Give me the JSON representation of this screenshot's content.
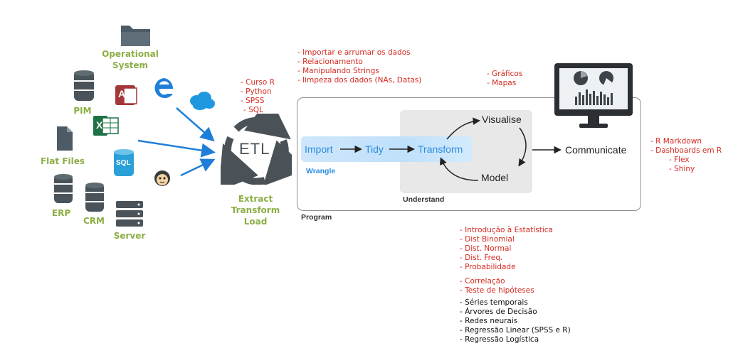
{
  "sources": {
    "operational_system": "Operational\nSystem",
    "pim": "PIM",
    "flat_files": "Flat Files",
    "erp": "ERP",
    "crm": "CRM",
    "server": "Server",
    "sql_icon_text": "SQL",
    "excel_icon_text": "X",
    "access_icon_text": "A"
  },
  "etl": {
    "center": "ETL",
    "caption": "Extract\nTransform\nLoad",
    "notes": [
      "- Curso R",
      "- Python",
      "- SPSS",
      "- SQL"
    ]
  },
  "wrangle_notes": [
    "-  Importar e arrumar os dados",
    "-  Relacionamento",
    "-   Manipulando Strings",
    "-   limpeza dos dados (NAs, Datas)"
  ],
  "visual_notes": [
    "- Gráficos",
    "- Mapas"
  ],
  "process": {
    "import": "Import",
    "tidy": "Tidy",
    "transform": "Transform",
    "visualise": "Visualise",
    "model": "Model",
    "communicate": "Communicate",
    "wrangle": "Wrangle",
    "understand": "Understand",
    "program": "Program"
  },
  "communicate_notes": [
    "- R Markdown",
    "- Dashboards em R",
    "- Flex",
    "- Shiny"
  ],
  "stats_notes": [
    "- Introdução à Estatística",
    "- Dist Binomial",
    "- Dist. Normal",
    "- Dist. Freq.",
    "- Probabilidade"
  ],
  "corr_notes": [
    "- Correlação",
    "- Teste de hipóteses"
  ],
  "ml_notes": [
    "- Séries temporais",
    "- Árvores de Decisão",
    "- Redes neurais",
    "- Regressão Linear (SPSS e R)",
    "- Regressão Logística"
  ],
  "colors": {
    "source_label": "#8cae45",
    "note_red": "#d42a20",
    "flow_blue": "#2a8de0",
    "etl_gray": "#4a5257"
  }
}
